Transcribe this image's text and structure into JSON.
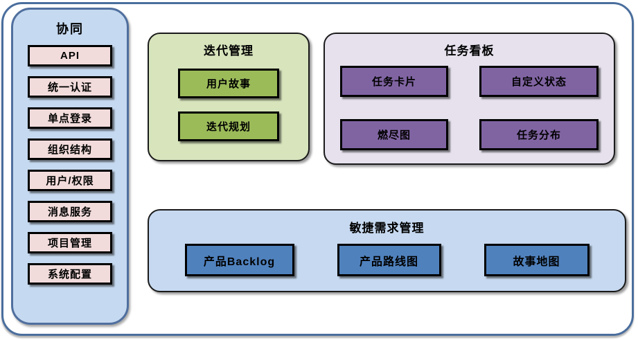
{
  "sidebar": {
    "title": "协同",
    "items": [
      "API",
      "统一认证",
      "单点登录",
      "组织结构",
      "用户/权限",
      "消息服务",
      "项目管理",
      "系统配置"
    ]
  },
  "panels": {
    "iteration": {
      "title": "迭代管理",
      "items": [
        "用户故事",
        "迭代规划"
      ]
    },
    "kanban": {
      "title": "任务看板",
      "items": [
        "任务卡片",
        "自定义状态",
        "燃尽图",
        "任务分布"
      ]
    },
    "requirements": {
      "title": "敏捷需求管理",
      "items": [
        "产品Backlog",
        "产品路线图",
        "故事地图"
      ]
    }
  },
  "colors": {
    "frame_border": "#4a6e9d",
    "sidebar_fill": "#c5d9f0",
    "sidebar_border": "#4f6f9e",
    "sidebar_item_fill": "#f2dcdb",
    "iteration_panel_fill": "#d7e4bc",
    "iteration_item_fill": "#9bbb59",
    "kanban_panel_fill": "#e6e1ed",
    "kanban_item_fill": "#8064a2",
    "requirements_panel_fill": "#c6d9f0",
    "requirements_item_fill": "#4f81bd",
    "item_border": "#000000",
    "text": "#000000"
  }
}
